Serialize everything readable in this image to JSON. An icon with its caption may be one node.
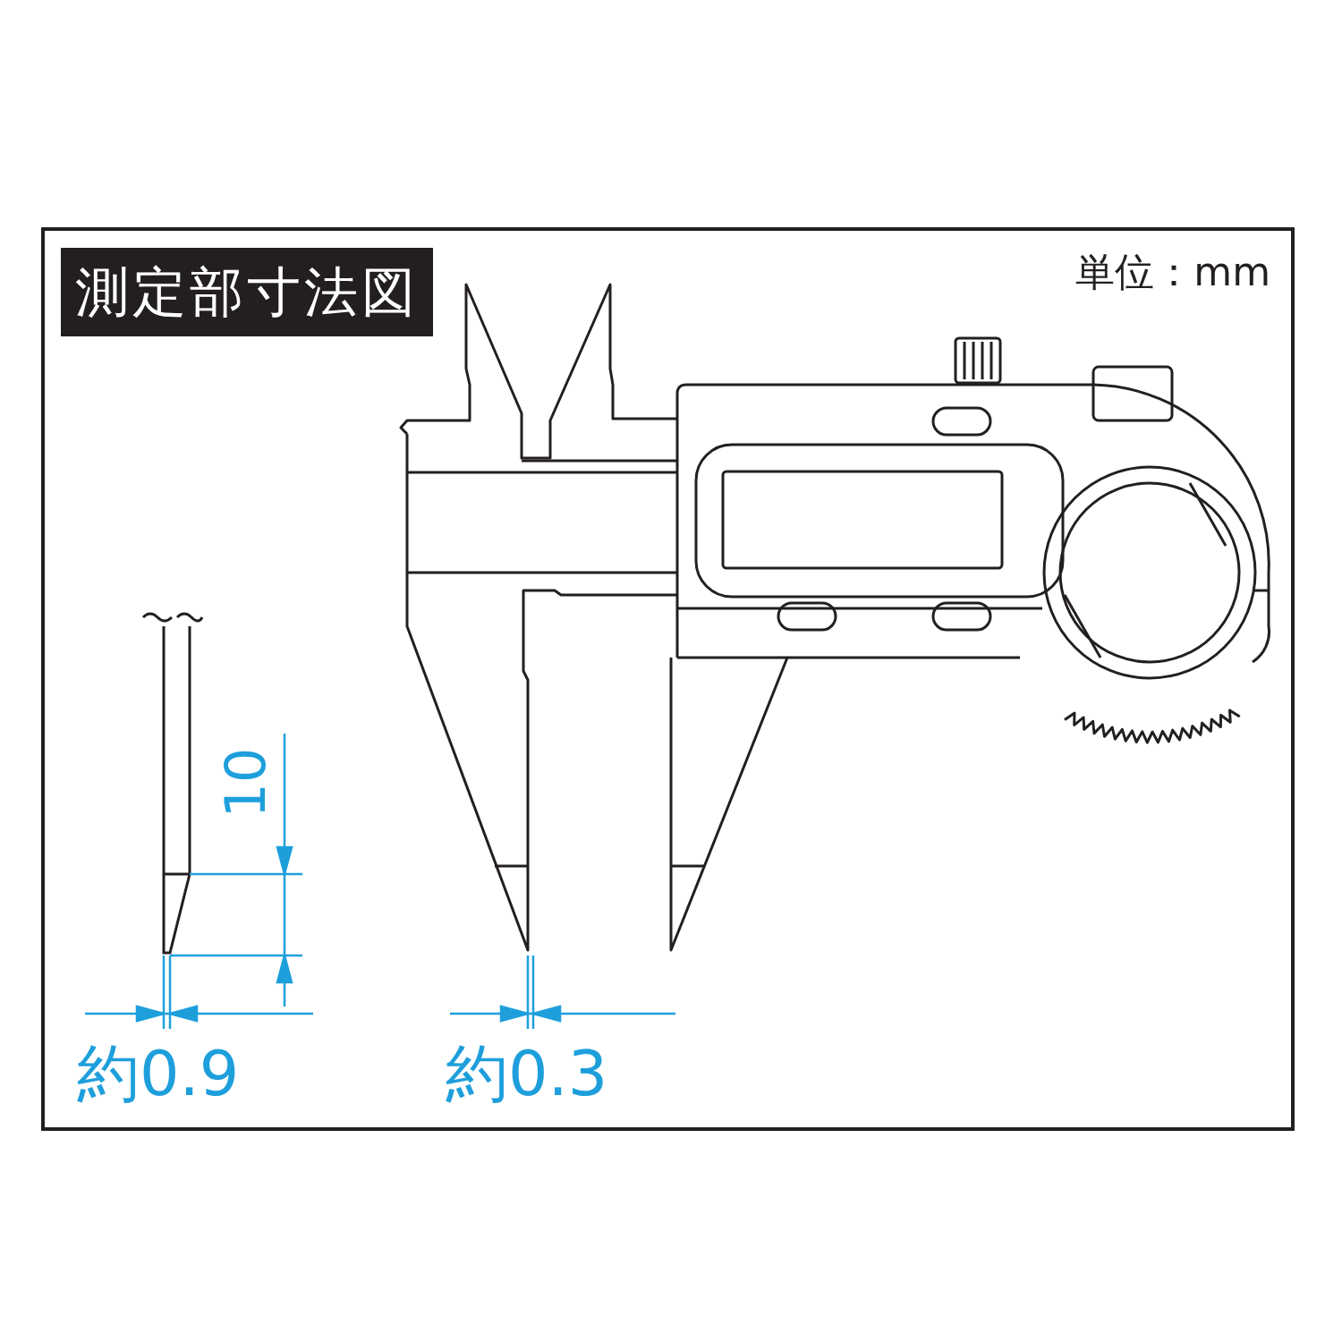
{
  "diagram": {
    "title": "測定部寸法図",
    "labels": [
      "単位：mm",
      "10",
      "約0.9",
      "約0.3"
    ]
  }
}
